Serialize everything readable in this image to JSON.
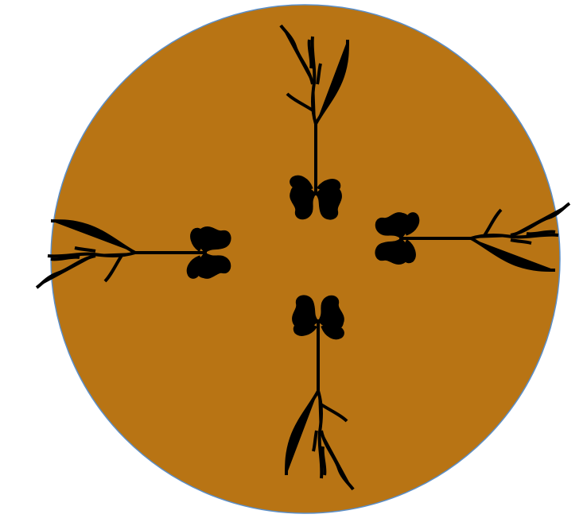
{
  "diagram": {
    "dish": {
      "fill": "#B87414",
      "stroke": "#5B8FC9"
    },
    "sprout_color": "#000000",
    "sprouts": [
      {
        "name": "sprout-top",
        "orientation": "top"
      },
      {
        "name": "sprout-right",
        "orientation": "right"
      },
      {
        "name": "sprout-bottom",
        "orientation": "bottom"
      },
      {
        "name": "sprout-left",
        "orientation": "left"
      }
    ]
  }
}
